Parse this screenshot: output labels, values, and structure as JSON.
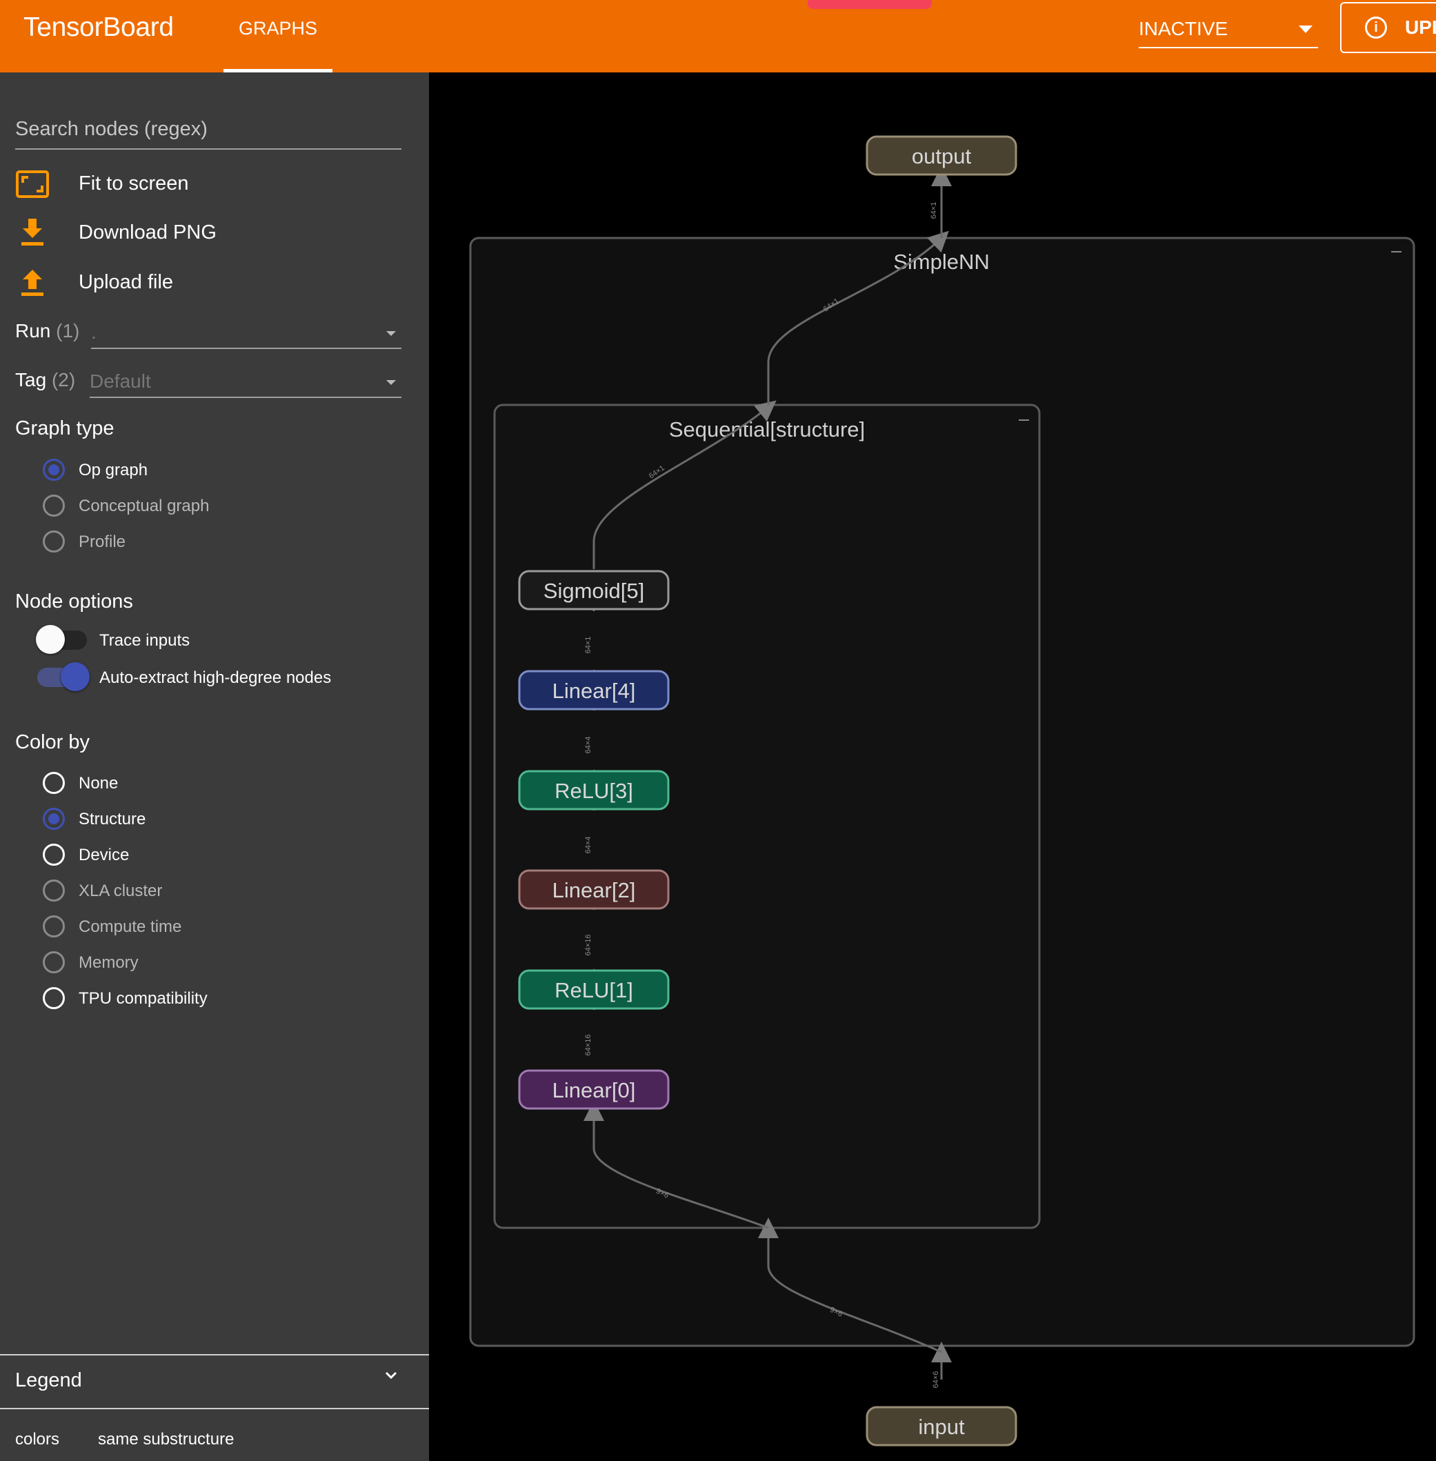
{
  "app": {
    "title": "TensorBoard",
    "tab": "GRAPHS"
  },
  "header": {
    "run_status": "INACTIVE",
    "upload_label": "UPL"
  },
  "sidebar": {
    "search_placeholder": "Search nodes (regex)",
    "actions": [
      "Fit to screen",
      "Download PNG",
      "Upload file"
    ],
    "run": {
      "label": "Run",
      "count": "(1)",
      "value": "."
    },
    "tag": {
      "label": "Tag",
      "count": "(2)",
      "value": "Default"
    },
    "graph_type": {
      "title": "Graph type",
      "options": [
        "Op graph",
        "Conceptual graph",
        "Profile"
      ],
      "selected": "Op graph"
    },
    "node_options": {
      "title": "Node options",
      "trace_inputs": "Trace inputs",
      "trace_inputs_on": false,
      "auto_extract": "Auto-extract high-degree nodes",
      "auto_extract_on": true
    },
    "color_by": {
      "title": "Color by",
      "options": [
        "None",
        "Structure",
        "Device",
        "XLA cluster",
        "Compute time",
        "Memory",
        "TPU compatibility"
      ],
      "selected": "Structure"
    },
    "legend": {
      "title": "Legend",
      "colors_label": "colors",
      "colors_value": "same substructure"
    }
  },
  "graph": {
    "output": "output",
    "input": "input",
    "outer_group": "SimpleNN",
    "inner_group": "Sequential[structure]",
    "nodes": [
      "Sigmoid[5]",
      "Linear[4]",
      "ReLU[3]",
      "Linear[2]",
      "ReLU[1]",
      "Linear[0]"
    ],
    "node_colors": {
      "output": "#4a4231",
      "input": "#4a4231",
      "Sigmoid[5]": "#1a1a1a",
      "Linear[4]": "#1d2c63",
      "ReLU[3]": "#0b5f45",
      "Linear[2]": "#4b2727",
      "ReLU[1]": "#0b5f45",
      "Linear[0]": "#4b2558"
    },
    "edge_labels": [
      "64×1",
      "64×1",
      "64×1",
      "64×1",
      "64×4",
      "64×4",
      "64×16",
      "64×16",
      "9×6",
      "9×6",
      "64×6"
    ]
  }
}
